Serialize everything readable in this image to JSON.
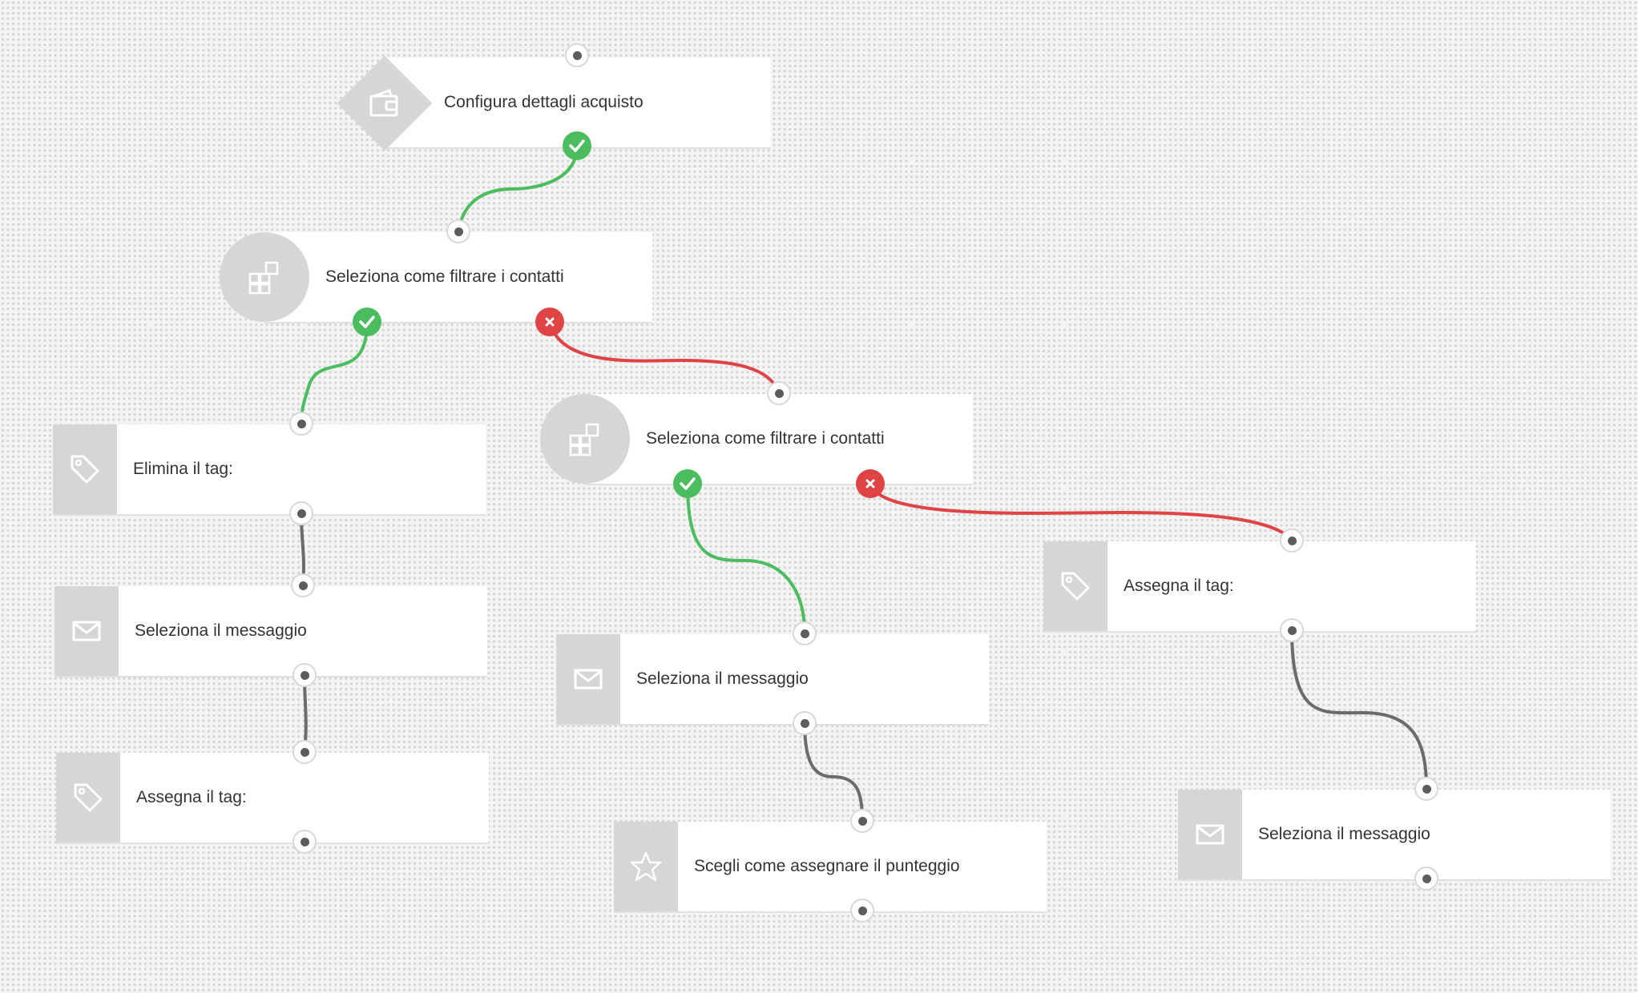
{
  "colors": {
    "background": "#f4f4f4",
    "node_background": "#ffffff",
    "icon_background": "#d6d6d6",
    "success": "#4cbd5f",
    "failure": "#e04343",
    "neutral_line": "#6b6b6b"
  },
  "nodes": [
    {
      "id": "purchase",
      "label": "Configura dettagli acquisto",
      "icon": "wallet-icon"
    },
    {
      "id": "filter-1",
      "label": "Seleziona come filtrare i contatti",
      "icon": "blocks-icon"
    },
    {
      "id": "filter-2",
      "label": "Seleziona come filtrare i contatti",
      "icon": "blocks-icon"
    },
    {
      "id": "remove-tag",
      "label": "Elimina il tag:",
      "icon": "tag-icon"
    },
    {
      "id": "message-1",
      "label": "Seleziona il messaggio",
      "icon": "envelope-icon"
    },
    {
      "id": "assign-tag-1",
      "label": "Assegna il tag:",
      "icon": "tag-icon"
    },
    {
      "id": "message-2",
      "label": "Seleziona il messaggio",
      "icon": "envelope-icon"
    },
    {
      "id": "score",
      "label": "Scegli come assegnare il punteggio",
      "icon": "star-icon"
    },
    {
      "id": "assign-tag-2",
      "label": "Assegna il tag:",
      "icon": "tag-icon"
    },
    {
      "id": "message-3",
      "label": "Seleziona il messaggio",
      "icon": "envelope-icon"
    }
  ],
  "connections": [
    {
      "from": "purchase",
      "to": "filter-1",
      "type": "yes"
    },
    {
      "from": "filter-1",
      "to": "remove-tag",
      "type": "yes"
    },
    {
      "from": "filter-1",
      "to": "filter-2",
      "type": "no"
    },
    {
      "from": "remove-tag",
      "to": "message-1",
      "type": "next"
    },
    {
      "from": "message-1",
      "to": "assign-tag-1",
      "type": "next"
    },
    {
      "from": "filter-2",
      "to": "message-2",
      "type": "yes"
    },
    {
      "from": "filter-2",
      "to": "assign-tag-2",
      "type": "no"
    },
    {
      "from": "message-2",
      "to": "score",
      "type": "next"
    },
    {
      "from": "assign-tag-2",
      "to": "message-3",
      "type": "next"
    }
  ]
}
